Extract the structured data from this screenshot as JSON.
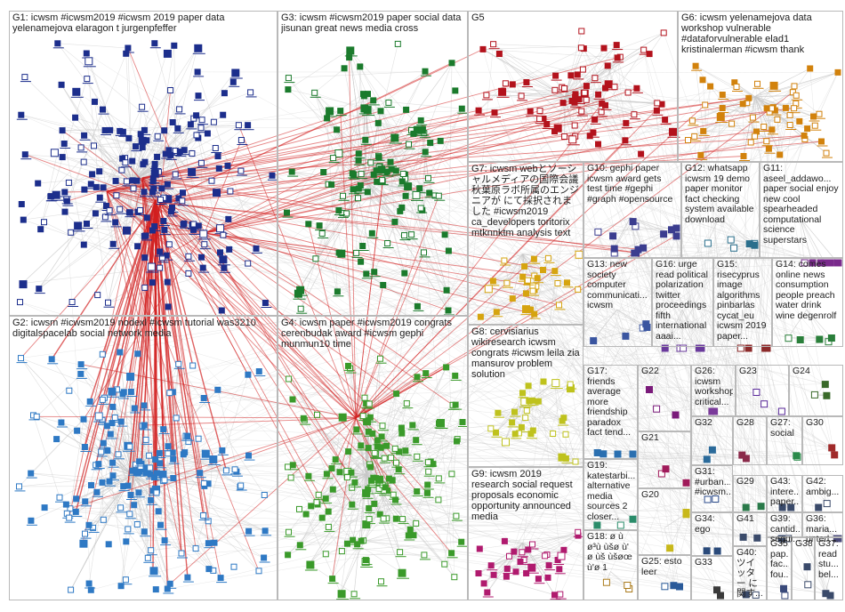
{
  "clusters": [
    {
      "id": "G1",
      "label": "G1: icwsm #icwsm2019 #icwsm 2019 paper data yelenamejova elaragon t jurgenpfeffer",
      "color": "#1c2e8c"
    },
    {
      "id": "G2",
      "label": "G2: icwsm #icwsm2019 nodexl #icwsm tutorial was3210 digitalspacelab social network media",
      "color": "#2e79c4"
    },
    {
      "id": "G3",
      "label": "G3: icwsm #icwsm2019 paper social data jisunan great news media cross",
      "color": "#1b7b2c"
    },
    {
      "id": "G4",
      "label": "G4: icwsm paper #icwsm2019 congrats cerenbudak award #icwsm gephi munmun10 time",
      "color": "#3a9a2a"
    },
    {
      "id": "G5",
      "label": "G5",
      "color": "#b3121c"
    },
    {
      "id": "G6",
      "label": "G6: icwsm yelenamejova data workshop vulnerable #dataforvulnerable elad1 kristinalerman #icwsm thank",
      "color": "#d2820c"
    },
    {
      "id": "G7",
      "label": "G7: icwsm webとソーシャルメディアの国際会議 秋葉原ラボ所属のエンジニアが にて採択されました #icwsm2019 ca_developers toritorix mtknnktm analysis text",
      "color": "#d6a40f"
    },
    {
      "id": "G8",
      "label": "G8: cervisiarius wikiresearch icwsm congrats #icwsm leila zia mansurov problem solution",
      "color": "#bfc21d"
    },
    {
      "id": "G9",
      "label": "G9: icwsm 2019 research social request proposals economic opportunity announced media",
      "color": "#b01a6e"
    },
    {
      "id": "G10",
      "label": "G10: gephi paper icwsm award gets test time #gephi #graph #opensource",
      "color": "#3b3d8f"
    },
    {
      "id": "G11",
      "label": "G11: aseel_addawo... paper social enjoy new cool spearheaded computational science superstars",
      "color": "#7a2a8c"
    },
    {
      "id": "G12",
      "label": "G12: whatsapp icwsm 19 demo paper monitor fact checking system available download",
      "color": "#2a6f8c"
    },
    {
      "id": "G13",
      "label": "G13: new society computer communicati... icwsm",
      "color": "#3a55a0"
    },
    {
      "id": "G14",
      "label": "G14: comes online news consumption people preach water drink wine degenrolf",
      "color": "#2a7f3a"
    },
    {
      "id": "G15",
      "label": "G15: risecyprus image algorithms pinbarlas cycat_eu icwsm 2019 paper...",
      "color": "#8c2a2a"
    },
    {
      "id": "G16",
      "label": "G16: urge read political polarization twitter proceedings fifth international aaai...",
      "color": "#6a3a9c"
    },
    {
      "id": "G17",
      "label": "G17: friends average more friendship paradox fact tend...",
      "color": "#2a6fb0"
    },
    {
      "id": "G18",
      "label": "G18: ø ù ø³ù ùšø ù' ø ùš ùšøœ ù'ø 1",
      "color": "#aa7a1a"
    },
    {
      "id": "G19",
      "label": "G19: katestarbi... alternative media sources 2 closer...",
      "color": "#2a8c6a"
    },
    {
      "id": "G20",
      "label": "G20",
      "color": "#c8b81a"
    },
    {
      "id": "G21",
      "label": "G21",
      "color": "#a01a5a"
    },
    {
      "id": "G22",
      "label": "G22",
      "color": "#7a1a7a"
    },
    {
      "id": "G23",
      "label": "G23",
      "color": "#5a2a9a"
    },
    {
      "id": "G24",
      "label": "G24",
      "color": "#3a6a2a"
    },
    {
      "id": "G25",
      "label": "G25: esto leer",
      "color": "#2a5a9a"
    },
    {
      "id": "G26",
      "label": "G26: icwsm workshop critical...",
      "color": "#7a3a9a"
    },
    {
      "id": "G27",
      "label": "G27: social",
      "color": "#2a8a4a"
    },
    {
      "id": "G28",
      "label": "G28",
      "color": "#8a2a4a"
    },
    {
      "id": "G29",
      "label": "G29",
      "color": "#2a7a4a"
    },
    {
      "id": "G30",
      "label": "G30",
      "color": "#a02a2a"
    },
    {
      "id": "G31",
      "label": "G31: #urban... #icwsm...",
      "color": "#2a4a8a"
    },
    {
      "id": "G32",
      "label": "G32",
      "color": "#2a6a9a"
    },
    {
      "id": "G33",
      "label": "G33",
      "color": "#3a3a3a"
    },
    {
      "id": "G34",
      "label": "G34: ego",
      "color": "#2a4a7a"
    },
    {
      "id": "G35",
      "label": "G35: pap... fac... fou...",
      "color": "#3a4a7a"
    },
    {
      "id": "G36",
      "label": "G36: maria... unterl...",
      "color": "#4a4a7a"
    },
    {
      "id": "G37",
      "label": "G37: read stu... bel...",
      "color": "#3a4a6a"
    },
    {
      "id": "G38",
      "label": "G38",
      "color": "#3a4a6a"
    },
    {
      "id": "G39",
      "label": "G39: cantid... segui...",
      "color": "#3a4a6a"
    },
    {
      "id": "G40",
      "label": "G40: ツイッター に関す...",
      "color": "#3a4a6a"
    },
    {
      "id": "G41",
      "label": "G41",
      "color": "#3a4a6a"
    },
    {
      "id": "G42",
      "label": "G42: ambig...",
      "color": "#3a4a6a"
    },
    {
      "id": "G43",
      "label": "G43: intere... paper...",
      "color": "#3a4a6a"
    }
  ],
  "legend_colors": {
    "edge_grey": "#c9c9c9",
    "edge_red": "#d11f1f",
    "box_border": "#b9b9b9"
  }
}
